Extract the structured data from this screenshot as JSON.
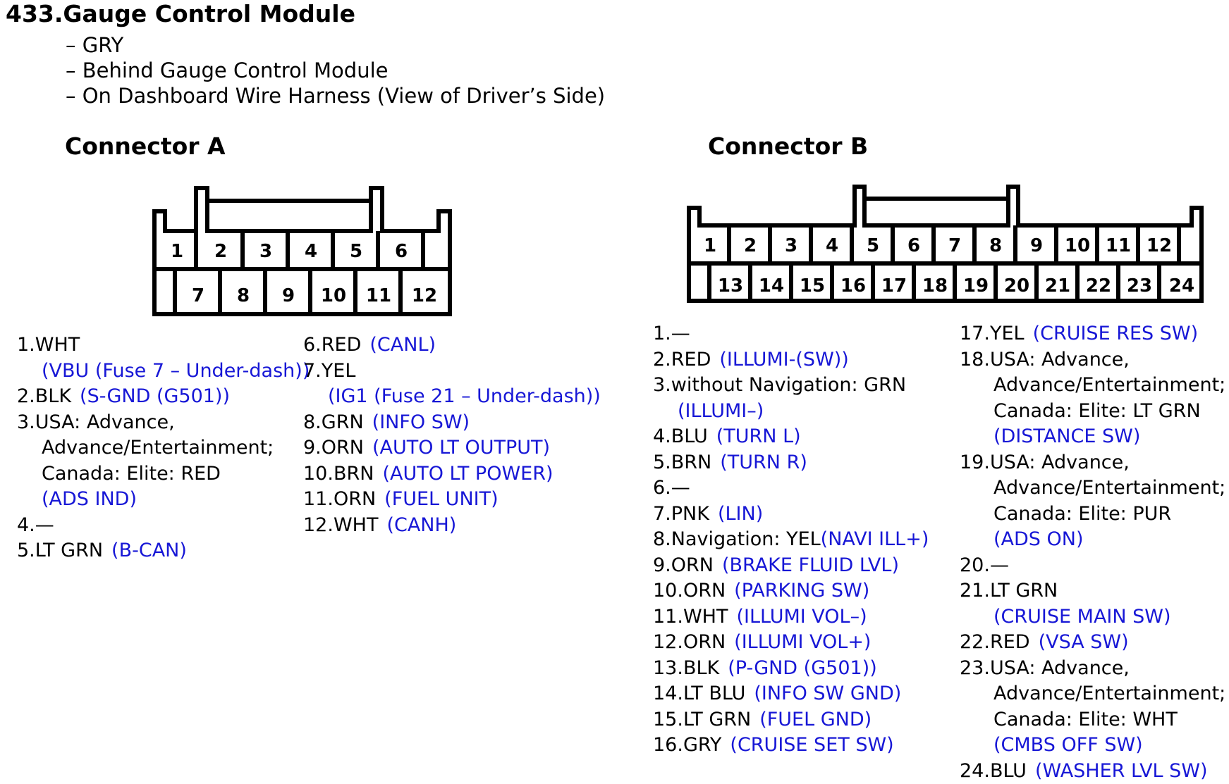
{
  "title": "433.Gauge Control Module",
  "subtitle_lines": [
    "– GRY",
    "– Behind Gauge Control Module",
    "– On Dashboard Wire Harness (View of Driver’s Side)"
  ],
  "connector_a": {
    "title": "Connector A",
    "top_row": [
      "1",
      "2",
      "3",
      "4",
      "5",
      "6"
    ],
    "bottom_row": [
      "7",
      "8",
      "9",
      "10",
      "11",
      "12"
    ],
    "pins": [
      {
        "num": "1.",
        "wire": "WHT",
        "desc": "(VBU (Fuse 7 – Under-dash))"
      },
      {
        "num": "2.",
        "wire": "BLK",
        "desc": "(S-GND (G501))"
      },
      {
        "num": "3.",
        "wire": "USA: Advance,",
        "wire2": "Advance/Entertainment;",
        "wire3": "Canada: Elite: RED",
        "desc": "(ADS IND)"
      },
      {
        "num": "4.",
        "wire": "—",
        "desc": ""
      },
      {
        "num": "5.",
        "wire": "LT GRN",
        "desc": "(B-CAN)"
      },
      {
        "num": "6.",
        "wire": "RED",
        "desc": "(CANL)"
      },
      {
        "num": "7.",
        "wire": "YEL",
        "desc": "(IG1 (Fuse 21 – Under-dash))"
      },
      {
        "num": "8.",
        "wire": "GRN",
        "desc": "(INFO SW)"
      },
      {
        "num": "9.",
        "wire": "ORN",
        "desc": "(AUTO LT OUTPUT)"
      },
      {
        "num": "10.",
        "wire": "BRN",
        "desc": "(AUTO LT POWER)"
      },
      {
        "num": "11.",
        "wire": "ORN",
        "desc": "(FUEL UNIT)"
      },
      {
        "num": "12.",
        "wire": "WHT",
        "desc": "(CANH)"
      }
    ]
  },
  "connector_b": {
    "title": "Connector B",
    "top_row": [
      "1",
      "2",
      "3",
      "4",
      "5",
      "6",
      "7",
      "8",
      "9",
      "10",
      "11",
      "12"
    ],
    "bottom_row": [
      "13",
      "14",
      "15",
      "16",
      "17",
      "18",
      "19",
      "20",
      "21",
      "22",
      "23",
      "24"
    ],
    "pins": [
      {
        "num": "1.",
        "wire": "—",
        "desc": ""
      },
      {
        "num": "2.",
        "wire": "RED",
        "desc": "(ILLUMI-(SW))"
      },
      {
        "num": "3.",
        "wire": "without Navigation: GRN",
        "desc": "(ILLUMI–)"
      },
      {
        "num": "4.",
        "wire": "BLU",
        "desc": "(TURN L)"
      },
      {
        "num": "5.",
        "wire": "BRN",
        "desc": "(TURN R)"
      },
      {
        "num": "6.",
        "wire": "—",
        "desc": ""
      },
      {
        "num": "7.",
        "wire": "PNK",
        "desc": "(LIN)"
      },
      {
        "num": "8.",
        "wire": "Navigation: YEL",
        "desc": "(NAVI ILL+)"
      },
      {
        "num": "9.",
        "wire": "ORN",
        "desc": "(BRAKE FLUID LVL)"
      },
      {
        "num": "10.",
        "wire": "ORN",
        "desc": "(PARKING SW)"
      },
      {
        "num": "11.",
        "wire": "WHT",
        "desc": "(ILLUMI VOL–)"
      },
      {
        "num": "12.",
        "wire": "ORN",
        "desc": "(ILLUMI VOL+)"
      },
      {
        "num": "13.",
        "wire": "BLK",
        "desc": "(P-GND (G501))"
      },
      {
        "num": "14.",
        "wire": "LT BLU",
        "desc": "(INFO SW GND)"
      },
      {
        "num": "15.",
        "wire": "LT GRN",
        "desc": "(FUEL GND)"
      },
      {
        "num": "16.",
        "wire": "GRY",
        "desc": "(CRUISE SET SW)"
      },
      {
        "num": "17.",
        "wire": "YEL",
        "desc": "(CRUISE RES SW)"
      },
      {
        "num": "18.",
        "wire": "USA: Advance,",
        "wire2": "Advance/Entertainment;",
        "wire3": "Canada: Elite: LT GRN",
        "desc": "(DISTANCE SW)"
      },
      {
        "num": "19.",
        "wire": "USA: Advance,",
        "wire2": "Advance/Entertainment;",
        "wire3": "Canada: Elite: PUR",
        "desc": "(ADS ON)"
      },
      {
        "num": "20.",
        "wire": "—",
        "desc": ""
      },
      {
        "num": "21.",
        "wire": "LT GRN",
        "desc": "(CRUISE MAIN SW)"
      },
      {
        "num": "22.",
        "wire": "RED",
        "desc": "(VSA SW)"
      },
      {
        "num": "23.",
        "wire": "USA: Advance,",
        "wire2": "Advance/Entertainment;",
        "wire3": "Canada: Elite: WHT",
        "desc": "(CMBS OFF SW)"
      },
      {
        "num": "24.",
        "wire": "BLU",
        "desc": "(WASHER LVL SW)"
      }
    ]
  }
}
